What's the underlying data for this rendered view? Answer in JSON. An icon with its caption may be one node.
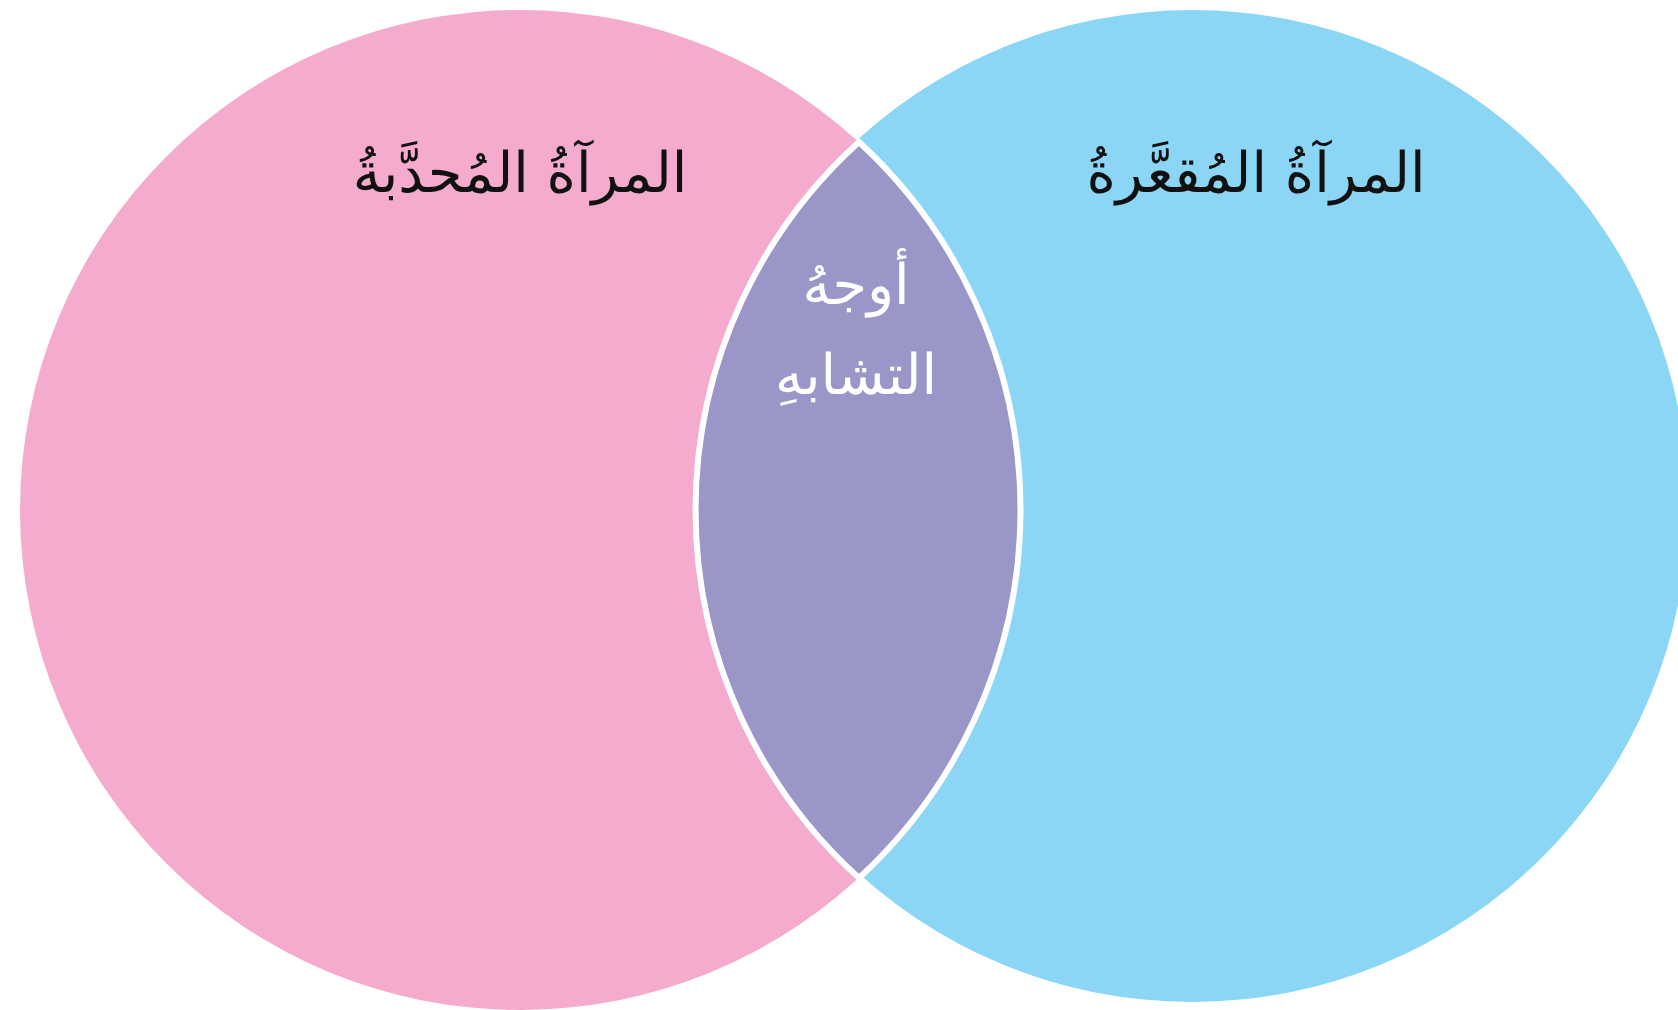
{
  "diagram": {
    "nodes": [
      {
        "text": [
          "المرآةُ المُحدَّبةُ"
        ]
      },
      {
        "text": [
          "المرآةُ المُقعَّرةُ"
        ]
      },
      {
        "text": [
          "أوجهُ التشابهِ"
        ]
      }
    ]
  }
}
